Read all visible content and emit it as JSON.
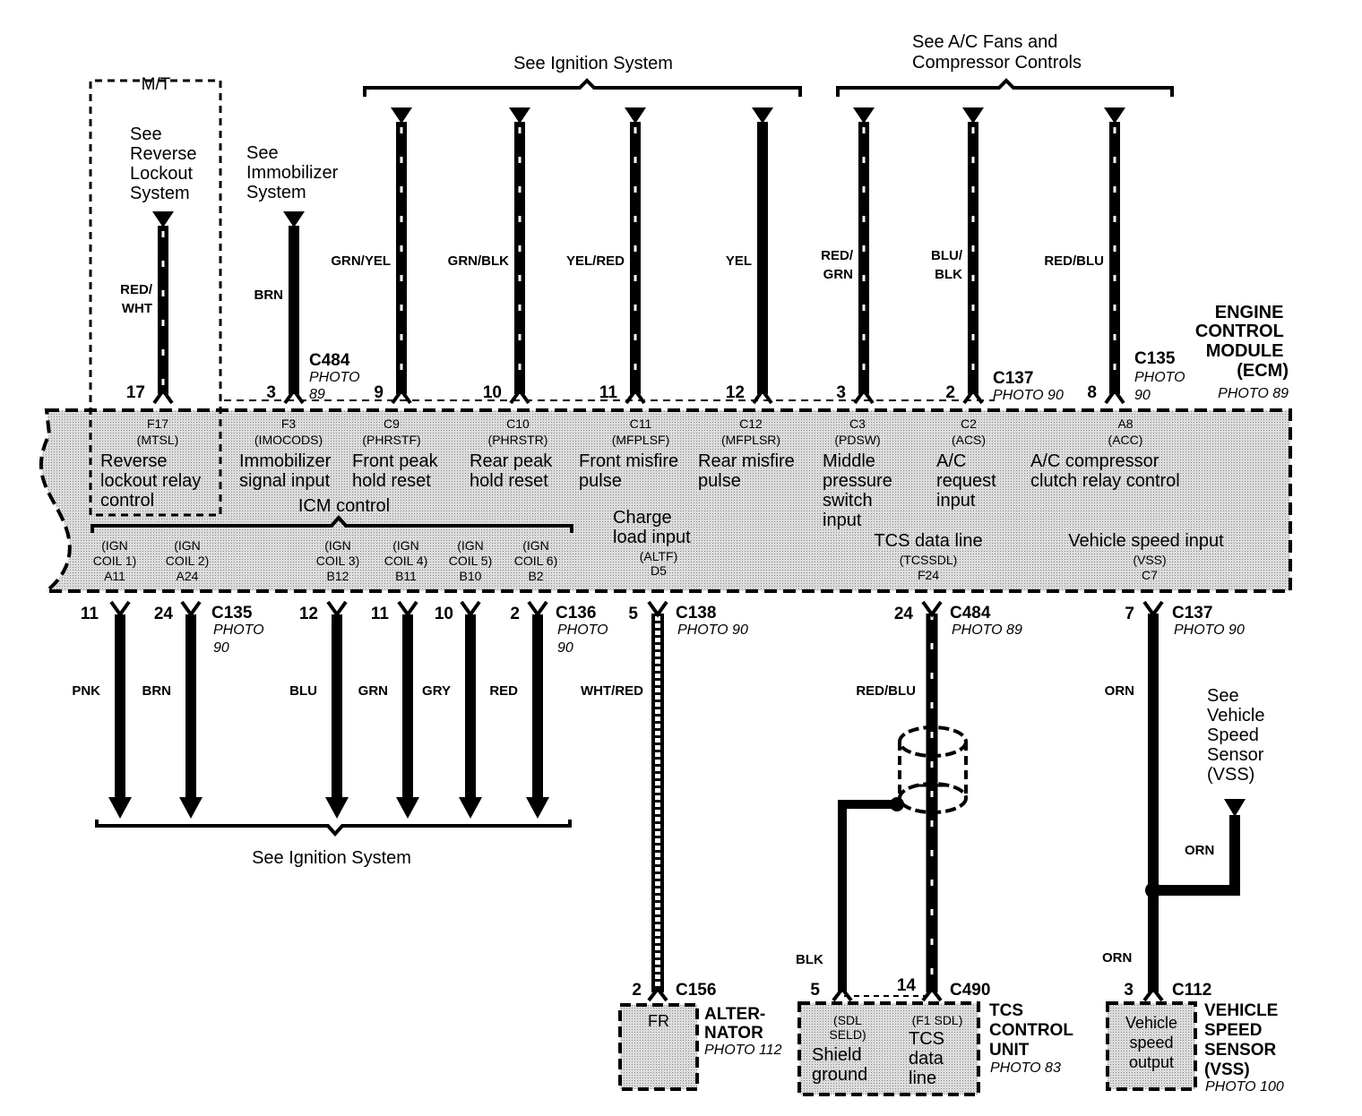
{
  "top": {
    "mt": "M/T",
    "reverse_ref": [
      "See",
      "Reverse",
      "Lockout",
      "System"
    ],
    "immobilizer_ref": [
      "See",
      "Immobilizer",
      "System"
    ],
    "ignition_ref": "See Ignition System",
    "ac_ref": [
      "See A/C Fans and",
      "Compressor Controls"
    ]
  },
  "top_wires": [
    {
      "color": [
        "RED/",
        "WHT"
      ],
      "pin": "17",
      "striped": true
    },
    {
      "color": [
        "BRN"
      ],
      "pin": "3",
      "striped": false
    },
    {
      "color": [
        "GRN/YEL"
      ],
      "pin": "9",
      "striped": true
    },
    {
      "color": [
        "GRN/BLK"
      ],
      "pin": "10",
      "striped": true
    },
    {
      "color": [
        "YEL/RED"
      ],
      "pin": "11",
      "striped": true
    },
    {
      "color": [
        "YEL"
      ],
      "pin": "12",
      "striped": false
    },
    {
      "color": [
        "RED/",
        "GRN"
      ],
      "pin": "3",
      "striped": true
    },
    {
      "color": [
        "BLU/",
        "BLK"
      ],
      "pin": "2",
      "striped": true
    },
    {
      "color": [
        "RED/BLU"
      ],
      "pin": "8",
      "striped": true
    }
  ],
  "top_connectors": [
    {
      "name": "C484",
      "photo": [
        "PHOTO",
        "89"
      ]
    },
    {
      "name": "C137",
      "photo": [
        "PHOTO 90"
      ]
    },
    {
      "name": "C135",
      "photo": [
        "PHOTO",
        "90"
      ]
    }
  ],
  "ecm": {
    "title": [
      "ENGINE",
      "CONTROL",
      "MODULE",
      "(ECM)"
    ],
    "photo": "PHOTO 89",
    "icm_control": "ICM control",
    "top_pins": [
      {
        "code": "F17",
        "signal": "(MTSL)",
        "desc": [
          "Reverse",
          "lockout relay",
          "control"
        ]
      },
      {
        "code": "F3",
        "signal": "(IMOCODS)",
        "desc": [
          "Immobilizer",
          "signal input"
        ]
      },
      {
        "code": "C9",
        "signal": "(PHRSTF)",
        "desc": [
          "Front peak",
          "hold reset"
        ]
      },
      {
        "code": "C10",
        "signal": "(PHRSTR)",
        "desc": [
          "Rear peak",
          "hold reset"
        ]
      },
      {
        "code": "C11",
        "signal": "(MFPLSF)",
        "desc": [
          "Front misfire",
          "pulse"
        ]
      },
      {
        "code": "C12",
        "signal": "(MFPLSR)",
        "desc": [
          "Rear misfire",
          "pulse"
        ]
      },
      {
        "code": "C3",
        "signal": "(PDSW)",
        "desc": [
          "Middle",
          "pressure",
          "switch",
          "input"
        ]
      },
      {
        "code": "C2",
        "signal": "(ACS)",
        "desc": [
          "A/C",
          "request",
          "input"
        ]
      },
      {
        "code": "A8",
        "signal": "(ACC)",
        "desc": [
          "A/C compressor",
          "clutch relay control"
        ]
      }
    ],
    "bottom_pins": [
      {
        "signal": [
          "(IGN",
          "COIL 1)"
        ],
        "code": "A11"
      },
      {
        "signal": [
          "(IGN",
          "COIL 2)"
        ],
        "code": "A24"
      },
      {
        "signal": [
          "(IGN",
          "COIL 3)"
        ],
        "code": "B12"
      },
      {
        "signal": [
          "(IGN",
          "COIL 4)"
        ],
        "code": "B11"
      },
      {
        "signal": [
          "(IGN",
          "COIL 5)"
        ],
        "code": "B10"
      },
      {
        "signal": [
          "(IGN",
          "COIL 6)"
        ],
        "code": "B2"
      }
    ],
    "charge": {
      "desc": [
        "Charge",
        "load input"
      ],
      "signal": "(ALTF)",
      "code": "D5"
    },
    "tcs": {
      "desc": "TCS data line",
      "signal": "(TCSSDL)",
      "code": "F24"
    },
    "vss": {
      "desc": "Vehicle speed input",
      "signal": "(VSS)",
      "code": "C7"
    }
  },
  "bottom_wires": [
    {
      "pin": "11",
      "color": "PNK"
    },
    {
      "pin": "24",
      "color": "BRN"
    },
    {
      "pin": "12",
      "color": "BLU"
    },
    {
      "pin": "11",
      "color": "GRN"
    },
    {
      "pin": "10",
      "color": "GRY"
    },
    {
      "pin": "2",
      "color": "RED"
    },
    {
      "pin": "5",
      "color": "WHT/RED"
    },
    {
      "pin": "24",
      "color": "RED/BLU"
    },
    {
      "pin": "7",
      "color": "ORN"
    }
  ],
  "bottom_connectors": [
    {
      "name": "C135",
      "photo": [
        "PHOTO",
        "90"
      ]
    },
    {
      "name": "C136",
      "photo": [
        "PHOTO",
        "90"
      ]
    },
    {
      "name": "C138",
      "photo": [
        "PHOTO 90"
      ]
    },
    {
      "name": "C484",
      "photo": [
        "PHOTO 89"
      ]
    },
    {
      "name": "C137",
      "photo": [
        "PHOTO 90"
      ]
    }
  ],
  "ignition_bottom_ref": "See Ignition System",
  "vss_ref": [
    "See",
    "Vehicle",
    "Speed",
    "Sensor",
    "(VSS)"
  ],
  "orn_branch": "ORN",
  "orn_lower": "ORN",
  "blk_wire": "BLK",
  "alternator": {
    "pin": "2",
    "connector": "C156",
    "terminal": "FR",
    "name": [
      "ALTER-",
      "NATOR"
    ],
    "photo": "PHOTO 112"
  },
  "tcs_unit": {
    "pin_shield": "5",
    "pin_data": "14",
    "connector": "C490",
    "shield": {
      "signal": [
        "(SDL",
        "SELD)"
      ],
      "desc": [
        "Shield",
        "ground"
      ]
    },
    "data": {
      "signal": "(F1 SDL)",
      "desc": [
        "TCS",
        "data",
        "line"
      ]
    },
    "name": [
      "TCS",
      "CONTROL",
      "UNIT"
    ],
    "photo": "PHOTO 83"
  },
  "vss_unit": {
    "pin": "3",
    "connector": "C112",
    "desc": [
      "Vehicle",
      "speed",
      "output"
    ],
    "name": [
      "VEHICLE",
      "SPEED",
      "SENSOR",
      "(VSS)"
    ],
    "photo": "PHOTO 100"
  }
}
